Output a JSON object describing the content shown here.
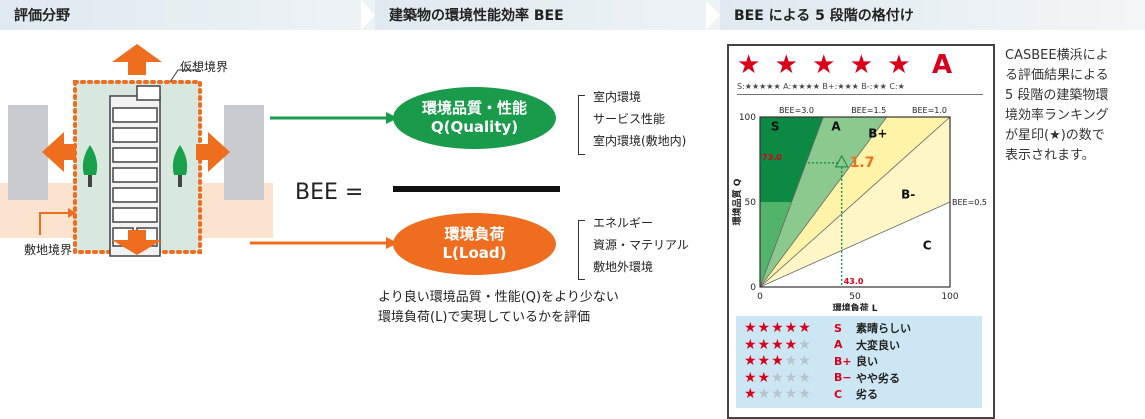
{
  "headers": {
    "col1": "評価分野",
    "col2": "建築物の環境性能効率 BEE",
    "col3": "BEE による 5 段階の格付け"
  },
  "left": {
    "virtual_boundary": "仮想境界",
    "site_boundary": "敷地境界"
  },
  "middle": {
    "quality_line1": "環境品質・性能",
    "quality_line2": "Q(Quality)",
    "quality_items": [
      "室内環境",
      "サービス性能",
      "室内環境(敷地内)"
    ],
    "bee_label": "BEE =",
    "load_line1": "環境負荷",
    "load_line2": "L(Load)",
    "load_items": [
      "エネルギー",
      "資源・マテリアル",
      "敷地外環境"
    ],
    "caption_line1": "より良い環境品質・性能(Q)をより少ない",
    "caption_line2": "環境負荷(L)で実現しているかを評価"
  },
  "chart_data": {
    "type": "scatter",
    "top_rating_stars": "★ ★ ★ ★ ★",
    "top_rating_grade": "A",
    "scale_text": "S:★★★★★  A:★★★★  B+:★★★  B-:★★  C:★",
    "bee_line_labels": [
      "BEE=3.0",
      "BEE=1.5",
      "BEE=1.0",
      "BEE=0.5"
    ],
    "zones": [
      "S",
      "A",
      "B+",
      "B-",
      "C"
    ],
    "xlabel": "環境負荷 L",
    "ylabel": "環境品質 Q",
    "xlim": [
      0,
      100
    ],
    "ylim": [
      0,
      100
    ],
    "x_ticks": [
      "0",
      "50",
      "100"
    ],
    "y_ticks": [
      "0",
      "50",
      "100"
    ],
    "point": {
      "x": 43.0,
      "y": 73.0,
      "bee": "1.7"
    },
    "point_x_label": "43.0",
    "point_y_label": "73.0"
  },
  "legend": [
    {
      "stars": "★★★★★",
      "grade": "S",
      "desc": "素晴らしい"
    },
    {
      "stars": "★★★★",
      "grade": "A",
      "desc": "大変良い"
    },
    {
      "stars": "★★★",
      "grade": "B+",
      "desc": "良い"
    },
    {
      "stars": "★★",
      "grade": "B−",
      "desc": "やや劣る"
    },
    {
      "stars": "★",
      "grade": "C",
      "desc": "劣る"
    }
  ],
  "right_text": [
    "CASBEE横浜によ",
    "る評価結果による",
    "5 段階の建築物環",
    "境効率ランキング",
    "が星印(★)の数で",
    "表示されます。"
  ],
  "colors": {
    "green": "#1a9a4b",
    "orange": "#ef6d1f",
    "red": "#d9001b"
  }
}
